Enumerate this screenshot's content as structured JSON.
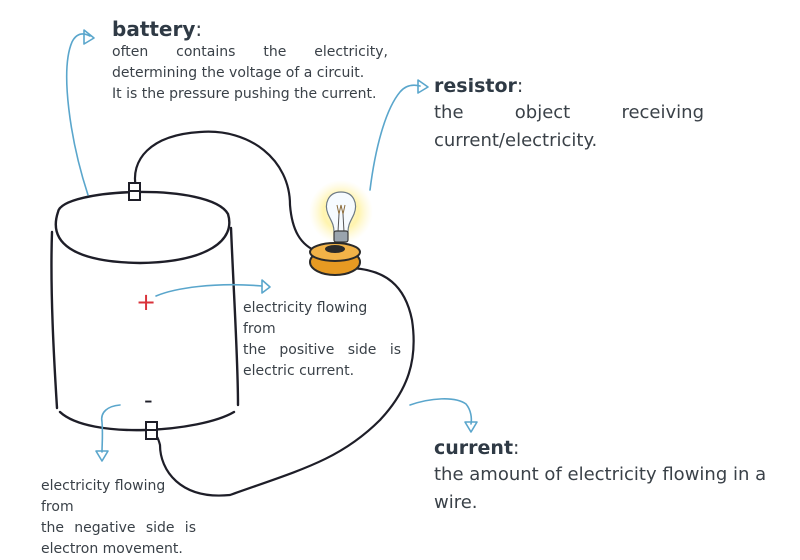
{
  "battery": {
    "term": "battery",
    "colon": ":",
    "lines": [
      "often contains the electricity,",
      "determining the voltage of a circuit.",
      "It is the pressure pushing the current."
    ]
  },
  "resistor": {
    "term": "resistor",
    "colon": ":",
    "lines": [
      "the object receiving",
      "current/electricity."
    ]
  },
  "current": {
    "term": "current",
    "colon": ":",
    "lines": [
      "the amount of electricity flowing in a wire."
    ]
  },
  "positive_note": {
    "lines": [
      "electricity flowing from",
      "the positive side is",
      "electric current."
    ]
  },
  "negative_note": {
    "lines": [
      "electricity flowing from",
      "the negative side is",
      "electron movement."
    ]
  },
  "symbols": {
    "plus": "+",
    "minus": "-"
  },
  "colors": {
    "wire": "#1e1e28",
    "arrow": "#5aa6cc",
    "plus": "#d9323a",
    "text": "#3a4148",
    "bulb_glow": "#fff2a0",
    "bulb_base": "#e79a22"
  }
}
